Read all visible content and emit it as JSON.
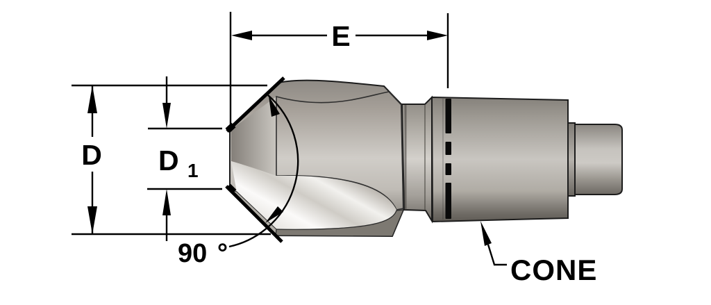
{
  "diagram": {
    "labels": {
      "length": "E",
      "outer_diameter": "D",
      "inner_diameter_base": "D",
      "inner_diameter_sub": "1",
      "angle_value": "90",
      "angle_unit": "°",
      "shank": "CONE"
    },
    "colors": {
      "background": "#ffffff",
      "ink": "#000000",
      "metal_light": "#d2cfca",
      "metal_mid": "#aaa69f",
      "metal_dark": "#6e6a64",
      "flute_highlight": "#fbfaf9",
      "gauge_band": "#0a0a0a"
    }
  }
}
